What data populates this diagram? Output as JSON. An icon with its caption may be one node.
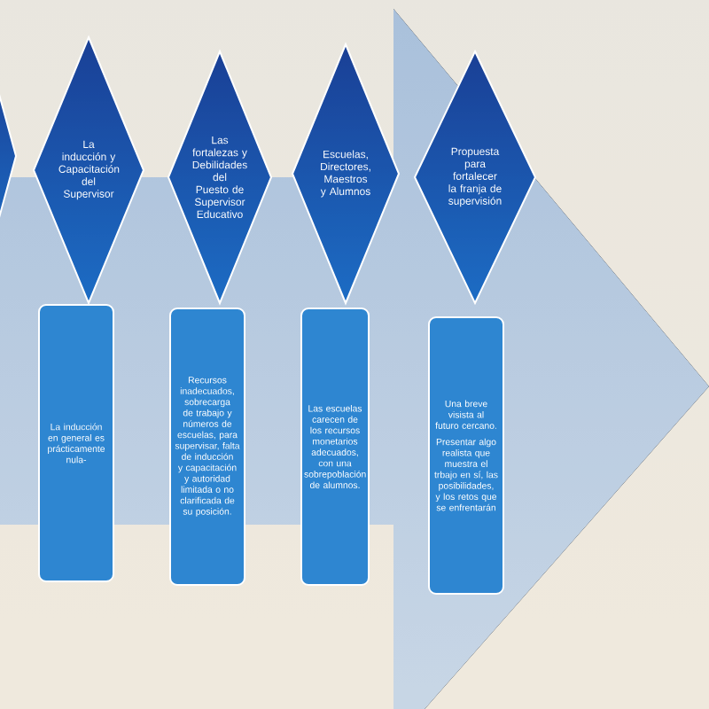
{
  "diagram": {
    "nodes": [
      {
        "text": [],
        "shape": "diamond"
      },
      {
        "text": [
          "La inducción y Capacitación del Supervisor"
        ]
      },
      {
        "text": [
          "Las fortalezas y Debilidades del Puesto de Supervisor Educativo"
        ]
      },
      {
        "text": [
          "Escuelas, Directores, Maestros y Alumnos"
        ]
      },
      {
        "text": [
          "Propuesta para fortalecer la franja de supervisión"
        ]
      },
      {
        "text": [
          "La inducción en general es prácticamente nula-"
        ]
      },
      {
        "text": [
          "Recursos inadecuados, sobrecarga de trabajo y números de escuelas, para supervisar, falta de inducción y capacitación y autoridad limitada o no clarificada de su posición."
        ]
      },
      {
        "text": [
          "Las escuelas carecen de los recursos monetarios adecuados, con una sobrepoblación de alumnos."
        ]
      },
      {
        "text": [
          "Una breve visista al futuro cercano.",
          "Presentar algo realista que muestra el trbajo en sí, las posibilidades, y los retos que se enfrentarán"
        ]
      }
    ]
  }
}
